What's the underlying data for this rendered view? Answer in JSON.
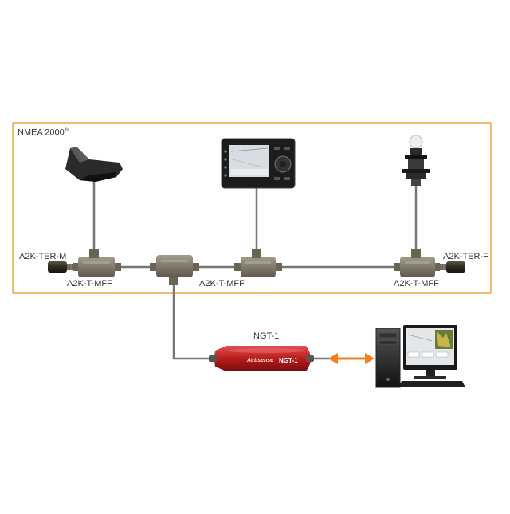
{
  "network": {
    "title": "NMEA 2000",
    "title_mark": "®",
    "border_color": "#f0a040"
  },
  "labels": {
    "terminator_male": "A2K-TER-M",
    "terminator_female": "A2K-TER-F",
    "tee_left": "A2K-T-MFF",
    "tee_middle": "A2K-T-MFF",
    "tee_right": "A2K-T-MFF",
    "gateway": "NGT-1"
  },
  "gateway_device": {
    "brand": "Actisense",
    "model": "NGT-1",
    "color": "#c02020"
  },
  "colors": {
    "cable": "#777777",
    "link_arrow": "#f08020",
    "connector": "#8a8272"
  },
  "icons": {
    "transducer": "transducer-icon",
    "chartplotter": "chartplotter-icon",
    "sensor": "sensor-icon",
    "computer": "computer-icon"
  }
}
